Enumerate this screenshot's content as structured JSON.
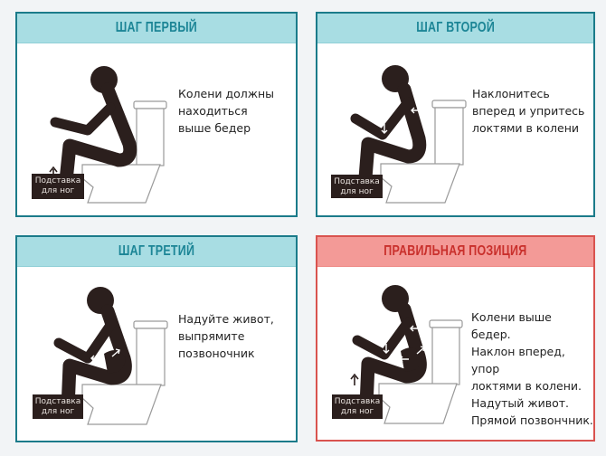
{
  "colors": {
    "step_border": "#1b7b8a",
    "step_header_bg": "#a8dde3",
    "step_title": "#1c8596",
    "final_border": "#d9534f",
    "final_header_bg": "#f39a97",
    "final_title": "#c9302c",
    "figure": "#2b1f1d"
  },
  "panels": [
    {
      "title": "ШАГ ПЕРВЫЙ",
      "description": "Колени должны\nнаходиться\nвыше бедер",
      "stool_label": "Подставка\nдля ног",
      "arrows": [
        "up-arrow-footstool"
      ]
    },
    {
      "title": "ШАГ ВТОРОЙ",
      "description": "Наклонитесь\nвперед и упритесь\nлоктями в колени",
      "stool_label": "Подставка\nдля ног",
      "arrows": [
        "left-arrow-back",
        "down-arrow-elbow"
      ]
    },
    {
      "title": "ШАГ ТРЕТИЙ",
      "description": "Надуйте живот,\nвыпрямите\nпозвоночник",
      "stool_label": "Подставка\nдля ног",
      "arrows": [
        "left-arrow-belly",
        "up-right-arrow-back"
      ]
    },
    {
      "title": "ПРАВИЛЬНАЯ ПОЗИЦИЯ",
      "description": "Колени выше бедер.\nНаклон вперед, упор\nлоктями в колени.\nНадутый живот.\nПрямой позвончник.",
      "stool_label": "Подставка\nдля ног",
      "arrows": [
        "up-arrow-footstool",
        "left-arrow-back",
        "down-arrow-elbow",
        "left-arrow-belly",
        "up-right-arrow-back"
      ]
    }
  ]
}
